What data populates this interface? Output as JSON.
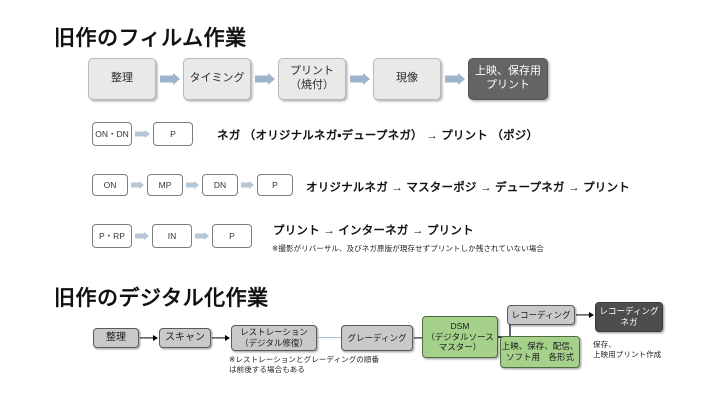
{
  "slide": {
    "background": "#ffffff",
    "sections": [
      {
        "id": "film",
        "title": "旧作のフィルム作業"
      },
      {
        "id": "digital",
        "title": "旧作のデジタル化作業"
      }
    ]
  },
  "colors": {
    "box_light": "#e9e9e9",
    "box_dark": "#646464",
    "box_gray": "#c9c9c9",
    "box_green": "#a6d18a",
    "box_darkgray": "#4d4d4d",
    "arrow_blue": "#9db4cc",
    "connector_blue": "#9ec4e0",
    "text": "#111111"
  },
  "film_flow": {
    "steps": [
      {
        "label": "整理",
        "style": "light"
      },
      {
        "label": "タイミング",
        "style": "light"
      },
      {
        "label": "プリント\n（焼付）",
        "style": "light"
      },
      {
        "label": "現像",
        "style": "light"
      },
      {
        "label": "上映、保存用\nプリント",
        "style": "dark"
      }
    ]
  },
  "film_rows": [
    {
      "id": "row-negative-print",
      "codes": [
        "ON・DN",
        "P"
      ],
      "description": "ネガ （オリジナルネガ・デュープネガ） → プリント （ポジ）",
      "note": ""
    },
    {
      "id": "row-original-negative",
      "codes": [
        "ON",
        "MP",
        "DN",
        "P"
      ],
      "description": "オリジナルネガ → マスターポジ → デュープネガ → プリント",
      "note": ""
    },
    {
      "id": "row-interneg",
      "codes": [
        "P・RP",
        "IN",
        "P"
      ],
      "description": "プリント → インターネガ → プリント",
      "note": "※撮影がリバーサル、及びネガ原版が現存せずプリントしか残されていない場合"
    }
  ],
  "digital_flow": {
    "steps": [
      {
        "label": "整理",
        "style": "gray"
      },
      {
        "label": "スキャン",
        "style": "gray"
      },
      {
        "label": "レストレーション\n（デジタル修復）",
        "style": "gray"
      },
      {
        "label": "グレーディング",
        "style": "gray"
      },
      {
        "label": "DSM\n（デジタルソース\nマスター）",
        "style": "green"
      },
      {
        "label": "レコーディング",
        "style": "gray"
      },
      {
        "label": "上映、保存、配信、\nソフト用　各形式",
        "style": "green"
      },
      {
        "label": "レコーディング\nネガ",
        "style": "darkgray"
      }
    ],
    "notes": [
      {
        "id": "note-restoration",
        "text": "※レストレーションとグレーディングの順番\nは前後する場合もある"
      },
      {
        "id": "note-recording-negative",
        "text": "保存、\n上映用プリント作成"
      }
    ]
  }
}
